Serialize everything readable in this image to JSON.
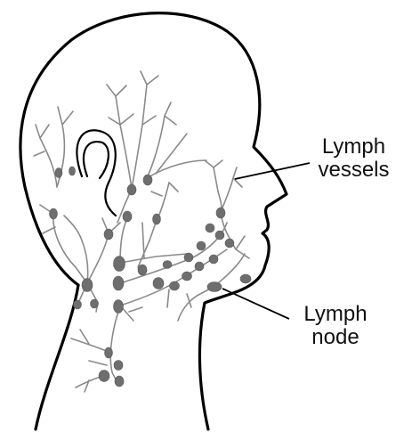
{
  "labels": {
    "lymph_vessels": {
      "line1": "Lymph",
      "line2": "vessels"
    },
    "lymph_node": {
      "line1": "Lymph",
      "line2": "node"
    }
  },
  "colors": {
    "outline": "#000000",
    "vessel": "#8a8a8a",
    "node": "#6e6e6e",
    "background": "#ffffff"
  }
}
